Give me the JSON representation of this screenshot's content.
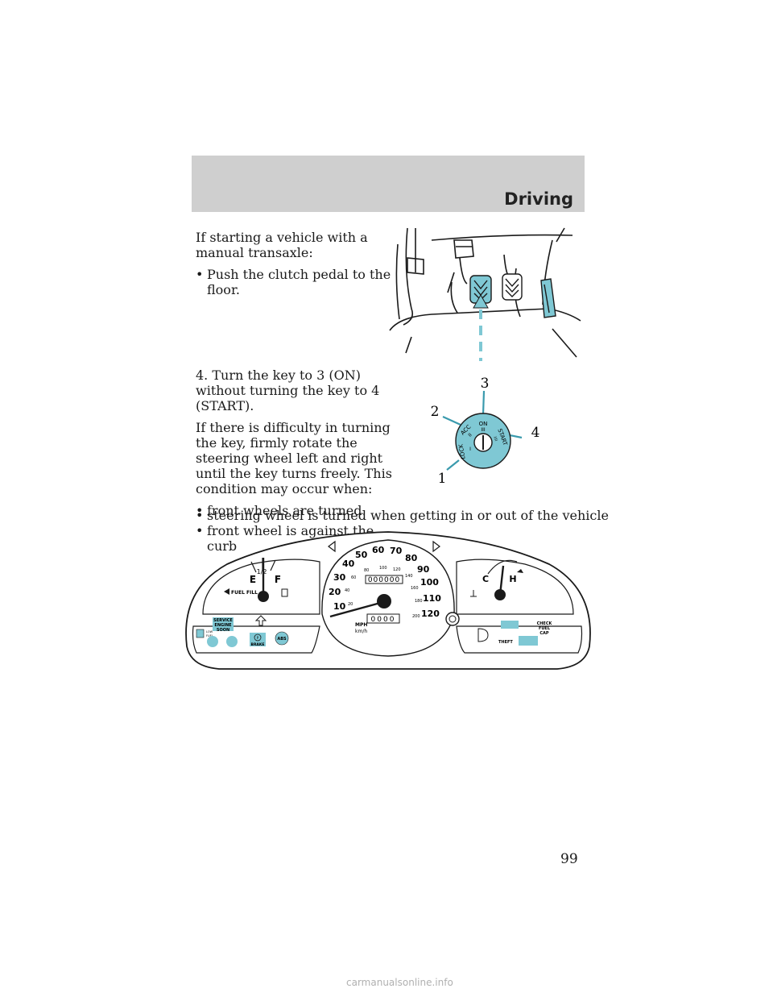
{
  "header": {
    "section_title": "Driving"
  },
  "intro": {
    "manual_text": "If starting a vehicle with a manual transaxle:",
    "clutch_bullet": "Push the clutch pedal to the floor."
  },
  "step4": {
    "text": "4. Turn the key to 3 (ON) without turning the key to 4 (START).",
    "difficulty_text": "If there is difficulty in turning the key, firmly rotate the steering wheel left and right until the key turns freely. This condition may occur when:",
    "bullets": [
      "front wheels are turned",
      "front wheel is against the curb",
      "steering wheel is turned when getting in or out of the vehicle"
    ]
  },
  "ignition": {
    "callouts": [
      "1",
      "2",
      "3",
      "4"
    ],
    "positions": {
      "lock": "LOCK",
      "lock_num": "I",
      "acc": "ACC",
      "acc_num": "II",
      "on": "ON",
      "on_num": "III",
      "start": "START",
      "start_num": "IIII"
    }
  },
  "cluster": {
    "fuel": {
      "empty": "E",
      "full": "F",
      "half": "1/2",
      "fuel_fill": "FUEL FILL"
    },
    "temp": {
      "cold": "C",
      "hot": "H"
    },
    "speedo": {
      "mph": [
        "10",
        "20",
        "30",
        "40",
        "50",
        "60",
        "70",
        "80",
        "90",
        "100",
        "110",
        "120"
      ],
      "kmh": [
        "20",
        "40",
        "60",
        "80",
        "100",
        "120",
        "140",
        "160",
        "180",
        "200"
      ],
      "units_mph": "MPH",
      "units_kmh": "km/h",
      "odometer": "000000",
      "trip": "0000"
    },
    "warnings": {
      "service_1": "SERVICE",
      "service_2": "ENGINE",
      "service_3": "SOON",
      "low_fuel_1": "LOW",
      "low_fuel_2": "FUEL",
      "brake_letter": "P",
      "brake": "BRAKE",
      "abs": "ABS",
      "check_1": "CHECK",
      "check_2": "FUEL",
      "check_3": "CAP",
      "theft": "THEFT"
    }
  },
  "page_number": "99",
  "watermark": "carmanualsonline.info"
}
